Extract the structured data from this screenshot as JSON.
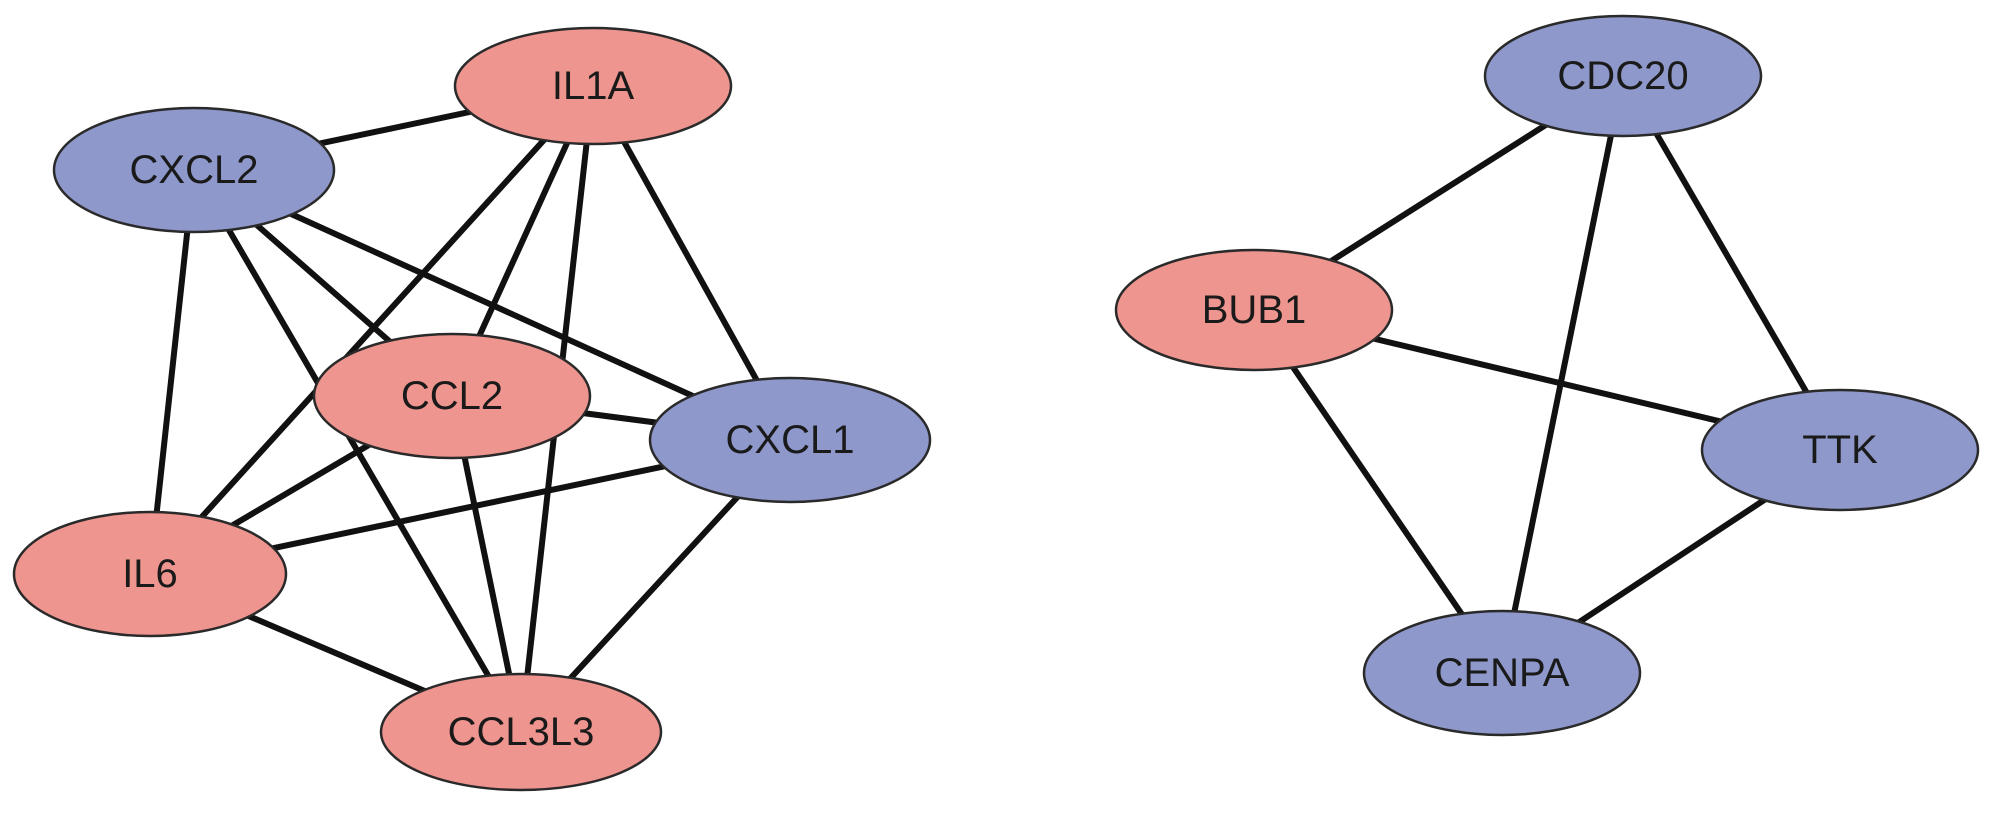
{
  "colors": {
    "red": "#ef958f",
    "blue": "#8f98cb",
    "edge": "#111111"
  },
  "networks": [
    {
      "name_hint": "left",
      "nodes": [
        {
          "id": "IL1A",
          "label": "IL1A",
          "color": "red"
        },
        {
          "id": "CXCL2",
          "label": "CXCL2",
          "color": "blue"
        },
        {
          "id": "CCL2",
          "label": "CCL2",
          "color": "red"
        },
        {
          "id": "CXCL1",
          "label": "CXCL1",
          "color": "blue"
        },
        {
          "id": "IL6",
          "label": "IL6",
          "color": "red"
        },
        {
          "id": "CCL3L3",
          "label": "CCL3L3",
          "color": "red"
        }
      ],
      "edges": [
        [
          "CXCL2",
          "IL1A"
        ],
        [
          "CXCL2",
          "CCL2"
        ],
        [
          "CXCL2",
          "CXCL1"
        ],
        [
          "CXCL2",
          "IL6"
        ],
        [
          "CXCL2",
          "CCL3L3"
        ],
        [
          "IL1A",
          "CCL2"
        ],
        [
          "IL1A",
          "CXCL1"
        ],
        [
          "IL1A",
          "IL6"
        ],
        [
          "IL1A",
          "CCL3L3"
        ],
        [
          "CCL2",
          "CXCL1"
        ],
        [
          "CCL2",
          "IL6"
        ],
        [
          "CCL2",
          "CCL3L3"
        ],
        [
          "CXCL1",
          "IL6"
        ],
        [
          "CXCL1",
          "CCL3L3"
        ],
        [
          "IL6",
          "CCL3L3"
        ]
      ]
    },
    {
      "name_hint": "right",
      "nodes": [
        {
          "id": "CDC20",
          "label": "CDC20",
          "color": "blue"
        },
        {
          "id": "BUB1",
          "label": "BUB1",
          "color": "red"
        },
        {
          "id": "TTK",
          "label": "TTK",
          "color": "blue"
        },
        {
          "id": "CENPA",
          "label": "CENPA",
          "color": "blue"
        }
      ],
      "edges": [
        [
          "CDC20",
          "BUB1"
        ],
        [
          "CDC20",
          "TTK"
        ],
        [
          "CDC20",
          "CENPA"
        ],
        [
          "BUB1",
          "TTK"
        ],
        [
          "BUB1",
          "CENPA"
        ],
        [
          "TTK",
          "CENPA"
        ]
      ]
    }
  ]
}
